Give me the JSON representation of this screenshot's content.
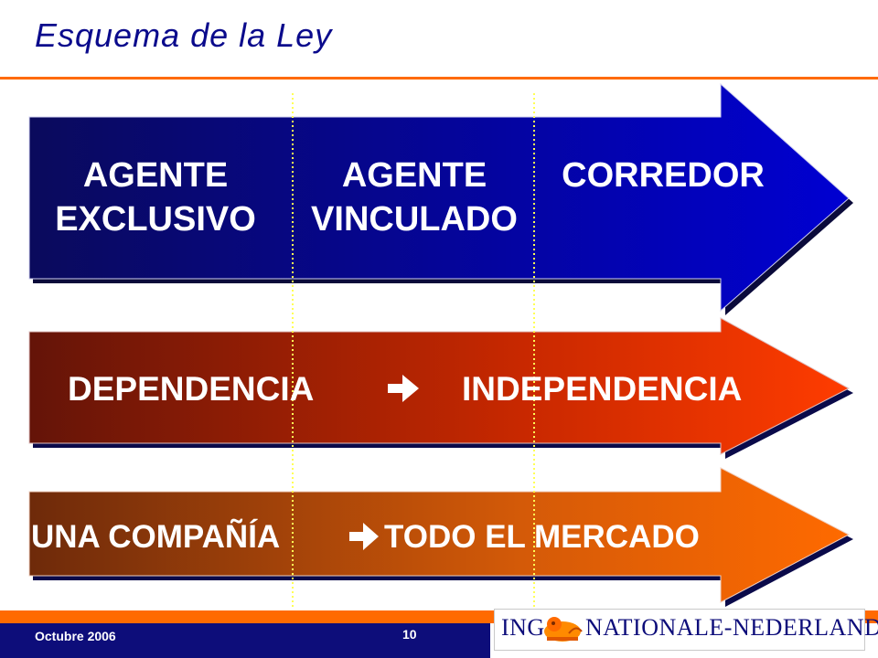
{
  "title": "Esquema de la Ley",
  "rows": {
    "row1": {
      "labels": [
        {
          "line1": "AGENTE",
          "line2": "EXCLUSIVO"
        },
        {
          "line1": "AGENTE",
          "line2": "VINCULADO"
        },
        {
          "line1": "CORREDOR",
          "line2": ""
        }
      ],
      "color_start": "#0a0a6a",
      "color_end": "#0000cc"
    },
    "row2": {
      "left": "DEPENDENCIA",
      "right": "INDEPENDENCIA",
      "color_start": "#6a1a0a",
      "color_end": "#ff3c00"
    },
    "row3": {
      "left": "UNA COMPAÑÍA",
      "right": "TODO EL MERCADO",
      "color_start": "#6a2a0a",
      "color_end": "#ff6a00"
    }
  },
  "icons": {
    "transition": "right-arrow-icon"
  },
  "footer": {
    "date": "Octubre 2006",
    "page": "10",
    "logo": {
      "left": "ING",
      "right": "NATIONALE-NEDERLANDEN",
      "icon": "lion-icon"
    }
  },
  "colors": {
    "accent": "#ff6a00",
    "navy": "#0d0d7a",
    "divider": "#ffff66"
  }
}
